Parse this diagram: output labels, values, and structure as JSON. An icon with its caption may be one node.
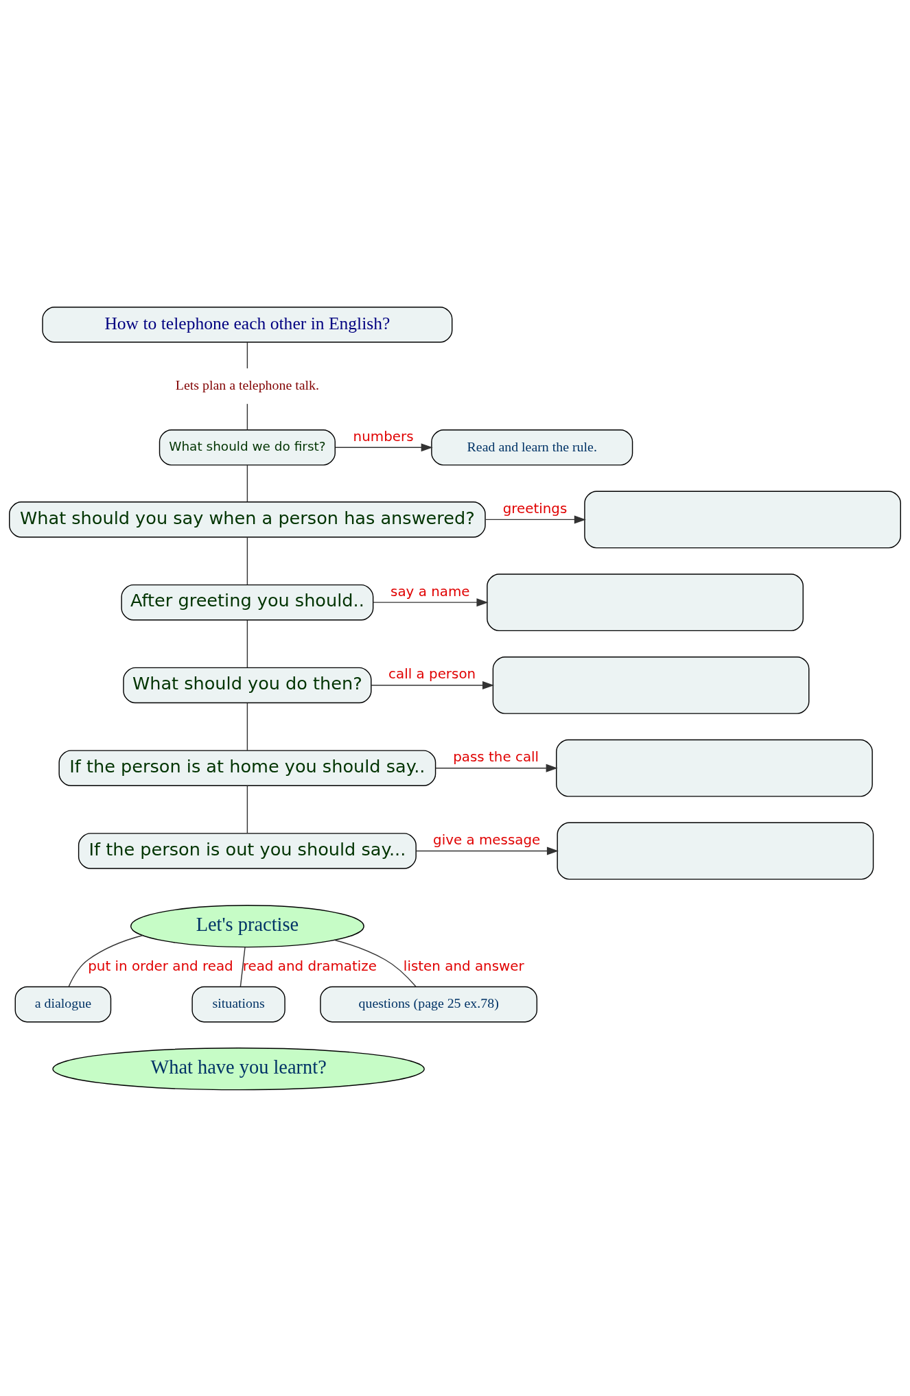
{
  "diagram": {
    "nodes": [
      {
        "text": [
          "How to telephone each other in English?"
        ]
      },
      {
        "text": [
          "Lets plan a telephone talk."
        ]
      },
      {
        "text": [
          "What should we do first?"
        ]
      },
      {
        "text": [
          "What should you say when a person has answered?"
        ]
      },
      {
        "text": [
          "After greeting you should.."
        ]
      },
      {
        "text": [
          "What should you do then?"
        ]
      },
      {
        "text": [
          "If the person is at home you should say.."
        ]
      },
      {
        "text": [
          "If the person is out you should say..."
        ]
      },
      {
        "text": [
          "Read and learn the rule."
        ]
      },
      {
        "text": [],
        "shape": "box"
      },
      {
        "text": [],
        "shape": "box"
      },
      {
        "text": [],
        "shape": "box"
      },
      {
        "text": [],
        "shape": "box"
      },
      {
        "text": [],
        "shape": "box"
      },
      {
        "text": [
          "Let's practise"
        ]
      },
      {
        "text": [
          "a dialogue"
        ]
      },
      {
        "text": [
          "situations"
        ]
      },
      {
        "text": [
          "questions (page 25 ex.78)"
        ]
      },
      {
        "text": [
          "What have you learnt?"
        ]
      }
    ],
    "edges": [
      {
        "from": 0,
        "to": 1,
        "arrow": "none"
      },
      {
        "from": 1,
        "to": 2,
        "arrow": "none"
      },
      {
        "from": 2,
        "to": 3,
        "arrow": "none"
      },
      {
        "from": 3,
        "to": 4,
        "arrow": "none"
      },
      {
        "from": 4,
        "to": 5,
        "arrow": "none"
      },
      {
        "from": 5,
        "to": 6,
        "arrow": "none"
      },
      {
        "from": 6,
        "to": 7,
        "arrow": "none"
      },
      {
        "from": 2,
        "to": 8,
        "label": "numbers",
        "arrow": "to"
      },
      {
        "from": 3,
        "to": 9,
        "label": "greetings",
        "arrow": "to"
      },
      {
        "from": 4,
        "to": 10,
        "label": "say a name",
        "arrow": "to"
      },
      {
        "from": 5,
        "to": 11,
        "label": "call a person",
        "arrow": "to"
      },
      {
        "from": 6,
        "to": 12,
        "label": "pass the call",
        "arrow": "to"
      },
      {
        "from": 7,
        "to": 13,
        "label": "give a message",
        "arrow": "to"
      },
      {
        "from": 14,
        "to": 15,
        "label": "put in order and read",
        "arrow": "none"
      },
      {
        "from": 14,
        "to": 16,
        "label": "read and dramatize",
        "arrow": "none"
      },
      {
        "from": 14,
        "to": 17,
        "label": "listen and answer",
        "arrow": "none"
      }
    ]
  }
}
